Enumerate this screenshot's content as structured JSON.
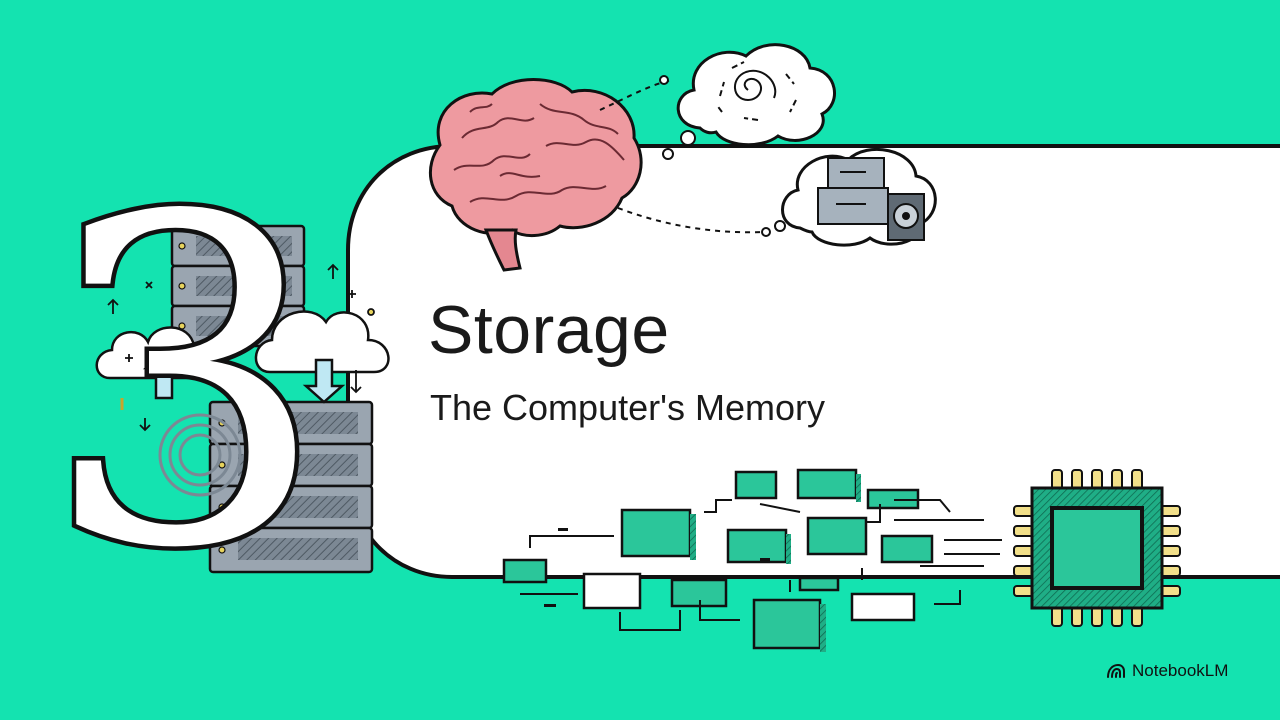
{
  "slide": {
    "number": "3",
    "title": "Storage",
    "subtitle": "The Computer's Memory"
  },
  "branding": {
    "name": "NotebookLM",
    "icon": "notebooklm-logo-icon"
  },
  "colors": {
    "background": "#14e3b0",
    "panel": "#ffffff",
    "outline": "#111111",
    "brain": "#e98d96",
    "chip": "#2bc69a",
    "chip_pins": "#f2e08a",
    "server": "#8b97a3"
  },
  "illustrations": [
    "brain-icon",
    "thought-cloud-spiral-icon",
    "thought-cloud-storage-icon",
    "server-rack-icon",
    "cloud-sync-icon",
    "data-blocks-flow-icon",
    "cpu-chip-icon"
  ]
}
